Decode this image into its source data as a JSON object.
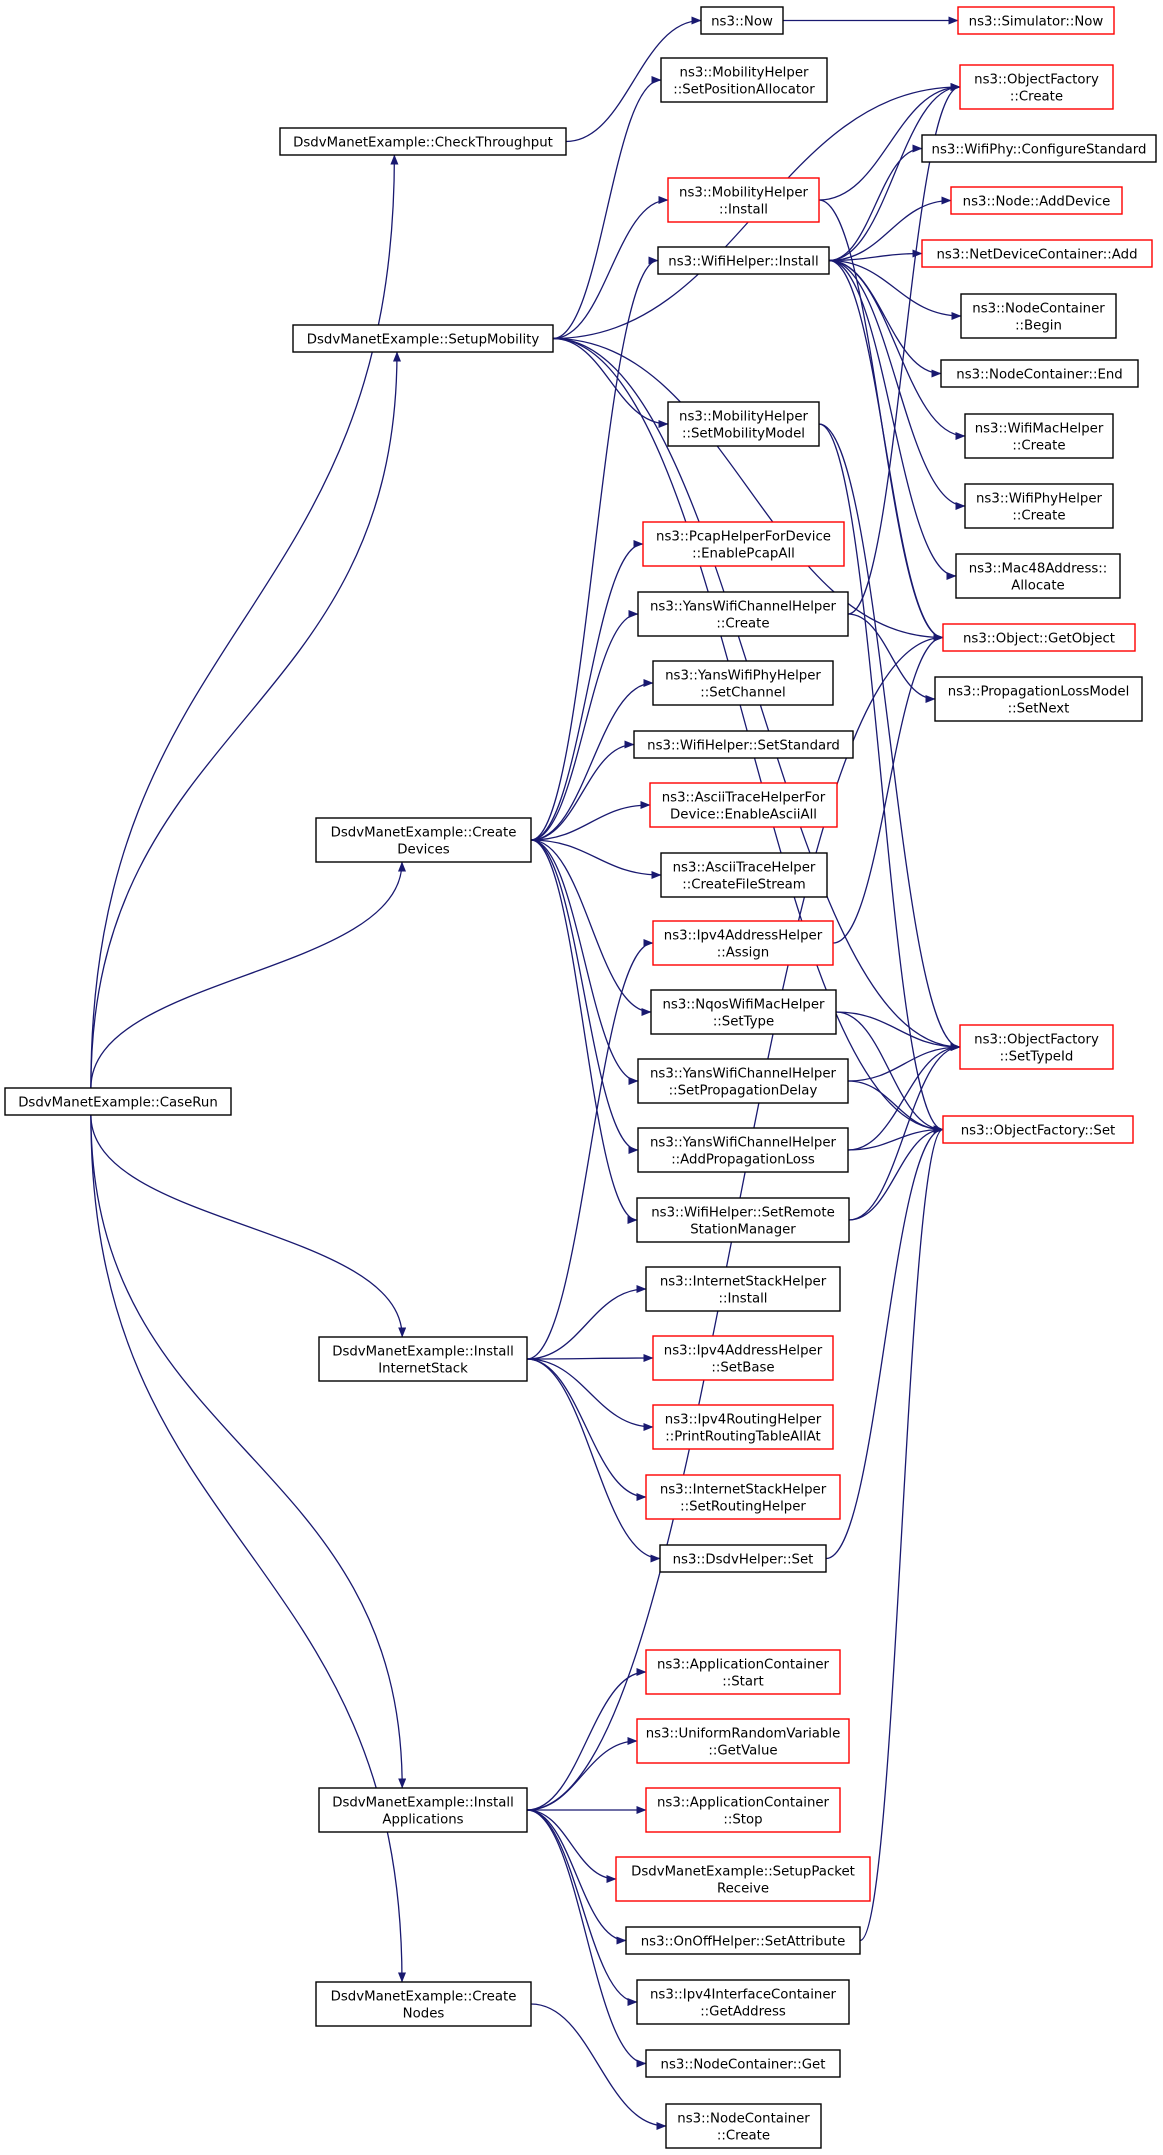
{
  "colors": {
    "edge": "#191970",
    "normal_border": "#000000",
    "red_border": "#ff0000",
    "root_fill": "#bfbfbf",
    "background": "#ffffff"
  },
  "nodes": [
    {
      "id": "caserun",
      "lines": [
        "DsdvManetExample::CaseRun"
      ],
      "style": "root"
    },
    {
      "id": "checkthroughput",
      "lines": [
        "DsdvManetExample::CheckThroughput"
      ],
      "style": "normal"
    },
    {
      "id": "setupmobility",
      "lines": [
        "DsdvManetExample::SetupMobility"
      ],
      "style": "normal"
    },
    {
      "id": "createdevices",
      "lines": [
        "DsdvManetExample::Create",
        "Devices"
      ],
      "style": "normal"
    },
    {
      "id": "installinternetstack",
      "lines": [
        "DsdvManetExample::Install",
        "InternetStack"
      ],
      "style": "normal"
    },
    {
      "id": "installapplications",
      "lines": [
        "DsdvManetExample::Install",
        "Applications"
      ],
      "style": "normal"
    },
    {
      "id": "createnodes",
      "lines": [
        "DsdvManetExample::Create",
        "Nodes"
      ],
      "style": "normal"
    },
    {
      "id": "now",
      "lines": [
        "ns3::Now"
      ],
      "style": "normal"
    },
    {
      "id": "setpositionallocator",
      "lines": [
        "ns3::MobilityHelper",
        "::SetPositionAllocator"
      ],
      "style": "normal"
    },
    {
      "id": "mobilityinstall",
      "lines": [
        "ns3::MobilityHelper",
        "::Install"
      ],
      "style": "red"
    },
    {
      "id": "wifihelperinstall",
      "lines": [
        "ns3::WifiHelper::Install"
      ],
      "style": "normal"
    },
    {
      "id": "setmobilitymodel",
      "lines": [
        "ns3::MobilityHelper",
        "::SetMobilityModel"
      ],
      "style": "normal"
    },
    {
      "id": "enablepcapall",
      "lines": [
        "ns3::PcapHelperForDevice",
        "::EnablePcapAll"
      ],
      "style": "red"
    },
    {
      "id": "yanschannelcreate",
      "lines": [
        "ns3::YansWifiChannelHelper",
        "::Create"
      ],
      "style": "normal"
    },
    {
      "id": "yansphysetchannel",
      "lines": [
        "ns3::YansWifiPhyHelper",
        "::SetChannel"
      ],
      "style": "normal"
    },
    {
      "id": "wifisetstandard",
      "lines": [
        "ns3::WifiHelper::SetStandard"
      ],
      "style": "normal"
    },
    {
      "id": "enableasciiall",
      "lines": [
        "ns3::AsciiTraceHelperFor",
        "Device::EnableAsciiAll"
      ],
      "style": "red"
    },
    {
      "id": "createfilestream",
      "lines": [
        "ns3::AsciiTraceHelper",
        "::CreateFileStream"
      ],
      "style": "normal"
    },
    {
      "id": "ipv4assign",
      "lines": [
        "ns3::Ipv4AddressHelper",
        "::Assign"
      ],
      "style": "red"
    },
    {
      "id": "nqossettype",
      "lines": [
        "ns3::NqosWifiMacHelper",
        "::SetType"
      ],
      "style": "normal"
    },
    {
      "id": "setpropagationdelay",
      "lines": [
        "ns3::YansWifiChannelHelper",
        "::SetPropagationDelay"
      ],
      "style": "normal"
    },
    {
      "id": "addpropagationloss",
      "lines": [
        "ns3::YansWifiChannelHelper",
        "::AddPropagationLoss"
      ],
      "style": "normal"
    },
    {
      "id": "setremotestationmanager",
      "lines": [
        "ns3::WifiHelper::SetRemote",
        "StationManager"
      ],
      "style": "normal"
    },
    {
      "id": "internetstackinstall",
      "lines": [
        "ns3::InternetStackHelper",
        "::Install"
      ],
      "style": "normal"
    },
    {
      "id": "ipv4setbase",
      "lines": [
        "ns3::Ipv4AddressHelper",
        "::SetBase"
      ],
      "style": "red"
    },
    {
      "id": "printroutingtableallat",
      "lines": [
        "ns3::Ipv4RoutingHelper",
        "::PrintRoutingTableAllAt"
      ],
      "style": "red"
    },
    {
      "id": "setroutinghelper",
      "lines": [
        "ns3::InternetStackHelper",
        "::SetRoutingHelper"
      ],
      "style": "red"
    },
    {
      "id": "dsdvhelperset",
      "lines": [
        "ns3::DsdvHelper::Set"
      ],
      "style": "normal"
    },
    {
      "id": "appcontainerstart",
      "lines": [
        "ns3::ApplicationContainer",
        "::Start"
      ],
      "style": "red"
    },
    {
      "id": "uniformgetvalue",
      "lines": [
        "ns3::UniformRandomVariable",
        "::GetValue"
      ],
      "style": "red"
    },
    {
      "id": "appcontainerstop",
      "lines": [
        "ns3::ApplicationContainer",
        "::Stop"
      ],
      "style": "red"
    },
    {
      "id": "setuppacketreceive",
      "lines": [
        "DsdvManetExample::SetupPacket",
        "Receive"
      ],
      "style": "red"
    },
    {
      "id": "onoffsetattribute",
      "lines": [
        "ns3::OnOffHelper::SetAttribute"
      ],
      "style": "normal"
    },
    {
      "id": "ipv4interfacegetaddress",
      "lines": [
        "ns3::Ipv4InterfaceContainer",
        "::GetAddress"
      ],
      "style": "normal"
    },
    {
      "id": "nodecontainerget",
      "lines": [
        "ns3::NodeContainer::Get"
      ],
      "style": "normal"
    },
    {
      "id": "nodecontainercreate",
      "lines": [
        "ns3::NodeContainer",
        "::Create"
      ],
      "style": "normal"
    },
    {
      "id": "simulatornow",
      "lines": [
        "ns3::Simulator::Now"
      ],
      "style": "red"
    },
    {
      "id": "objectfactorycreate",
      "lines": [
        "ns3::ObjectFactory",
        "::Create"
      ],
      "style": "red"
    },
    {
      "id": "configurestandard",
      "lines": [
        "ns3::WifiPhy::ConfigureStandard"
      ],
      "style": "normal"
    },
    {
      "id": "nodeadddevice",
      "lines": [
        "ns3::Node::AddDevice"
      ],
      "style": "red"
    },
    {
      "id": "netdevicecontaineradd",
      "lines": [
        "ns3::NetDeviceContainer::Add"
      ],
      "style": "red"
    },
    {
      "id": "nodecontainerbegin",
      "lines": [
        "ns3::NodeContainer",
        "::Begin"
      ],
      "style": "normal"
    },
    {
      "id": "nodecontainerend",
      "lines": [
        "ns3::NodeContainer::End"
      ],
      "style": "normal"
    },
    {
      "id": "wifimachelpercreate",
      "lines": [
        "ns3::WifiMacHelper",
        "::Create"
      ],
      "style": "normal"
    },
    {
      "id": "wifiphyhelpercreate",
      "lines": [
        "ns3::WifiPhyHelper",
        "::Create"
      ],
      "style": "normal"
    },
    {
      "id": "mac48allocate",
      "lines": [
        "ns3::Mac48Address::",
        "Allocate"
      ],
      "style": "normal"
    },
    {
      "id": "objectgetobject",
      "lines": [
        "ns3::Object::GetObject"
      ],
      "style": "red"
    },
    {
      "id": "propagationsetnext",
      "lines": [
        "ns3::PropagationLossModel",
        "::SetNext"
      ],
      "style": "normal"
    },
    {
      "id": "objectfactorysettypeid",
      "lines": [
        "ns3::ObjectFactory",
        "::SetTypeId"
      ],
      "style": "red"
    },
    {
      "id": "objectfactoryset",
      "lines": [
        "ns3::ObjectFactory::Set"
      ],
      "style": "red"
    }
  ],
  "edges": [
    [
      "caserun",
      "checkthroughput"
    ],
    [
      "caserun",
      "setupmobility"
    ],
    [
      "caserun",
      "createdevices"
    ],
    [
      "caserun",
      "installinternetstack"
    ],
    [
      "caserun",
      "installapplications"
    ],
    [
      "caserun",
      "createnodes"
    ],
    [
      "checkthroughput",
      "now"
    ],
    [
      "now",
      "simulatornow"
    ],
    [
      "setupmobility",
      "setpositionallocator"
    ],
    [
      "setupmobility",
      "objectfactorycreate"
    ],
    [
      "setupmobility",
      "mobilityinstall"
    ],
    [
      "setupmobility",
      "setmobilitymodel"
    ],
    [
      "setupmobility",
      "objectgetobject"
    ],
    [
      "setupmobility",
      "objectfactorysettypeid"
    ],
    [
      "setupmobility",
      "objectfactoryset"
    ],
    [
      "mobilityinstall",
      "objectfactorycreate"
    ],
    [
      "mobilityinstall",
      "objectgetobject"
    ],
    [
      "wifihelperinstall",
      "objectfactorycreate"
    ],
    [
      "wifihelperinstall",
      "configurestandard"
    ],
    [
      "wifihelperinstall",
      "nodeadddevice"
    ],
    [
      "wifihelperinstall",
      "netdevicecontaineradd"
    ],
    [
      "wifihelperinstall",
      "nodecontainerbegin"
    ],
    [
      "wifihelperinstall",
      "nodecontainerend"
    ],
    [
      "wifihelperinstall",
      "wifimachelpercreate"
    ],
    [
      "wifihelperinstall",
      "wifiphyhelpercreate"
    ],
    [
      "wifihelperinstall",
      "mac48allocate"
    ],
    [
      "wifihelperinstall",
      "objectgetobject"
    ],
    [
      "setmobilitymodel",
      "objectfactorysettypeid"
    ],
    [
      "setmobilitymodel",
      "objectfactoryset"
    ],
    [
      "createdevices",
      "wifihelperinstall"
    ],
    [
      "createdevices",
      "enablepcapall"
    ],
    [
      "createdevices",
      "yanschannelcreate"
    ],
    [
      "createdevices",
      "yansphysetchannel"
    ],
    [
      "createdevices",
      "wifisetstandard"
    ],
    [
      "createdevices",
      "enableasciiall"
    ],
    [
      "createdevices",
      "createfilestream"
    ],
    [
      "createdevices",
      "nqossettype"
    ],
    [
      "createdevices",
      "setpropagationdelay"
    ],
    [
      "createdevices",
      "addpropagationloss"
    ],
    [
      "createdevices",
      "setremotestationmanager"
    ],
    [
      "yanschannelcreate",
      "objectfactorycreate"
    ],
    [
      "yanschannelcreate",
      "propagationsetnext"
    ],
    [
      "ipv4assign",
      "objectgetobject"
    ],
    [
      "nqossettype",
      "objectfactorysettypeid"
    ],
    [
      "nqossettype",
      "objectfactoryset"
    ],
    [
      "setpropagationdelay",
      "objectfactorysettypeid"
    ],
    [
      "setpropagationdelay",
      "objectfactoryset"
    ],
    [
      "addpropagationloss",
      "objectfactorysettypeid"
    ],
    [
      "addpropagationloss",
      "objectfactoryset"
    ],
    [
      "setremotestationmanager",
      "objectfactorysettypeid"
    ],
    [
      "setremotestationmanager",
      "objectfactoryset"
    ],
    [
      "installinternetstack",
      "internetstackinstall"
    ],
    [
      "installinternetstack",
      "ipv4setbase"
    ],
    [
      "installinternetstack",
      "printroutingtableallat"
    ],
    [
      "installinternetstack",
      "setroutinghelper"
    ],
    [
      "installinternetstack",
      "dsdvhelperset"
    ],
    [
      "installinternetstack",
      "ipv4assign"
    ],
    [
      "dsdvhelperset",
      "objectfactoryset"
    ],
    [
      "installapplications",
      "appcontainerstart"
    ],
    [
      "installapplications",
      "uniformgetvalue"
    ],
    [
      "installapplications",
      "appcontainerstop"
    ],
    [
      "installapplications",
      "setuppacketreceive"
    ],
    [
      "installapplications",
      "onoffsetattribute"
    ],
    [
      "installapplications",
      "ipv4interfacegetaddress"
    ],
    [
      "installapplications",
      "nodecontainerget"
    ],
    [
      "installapplications",
      "objectgetobject"
    ],
    [
      "onoffsetattribute",
      "objectfactoryset"
    ],
    [
      "createnodes",
      "nodecontainercreate"
    ]
  ]
}
